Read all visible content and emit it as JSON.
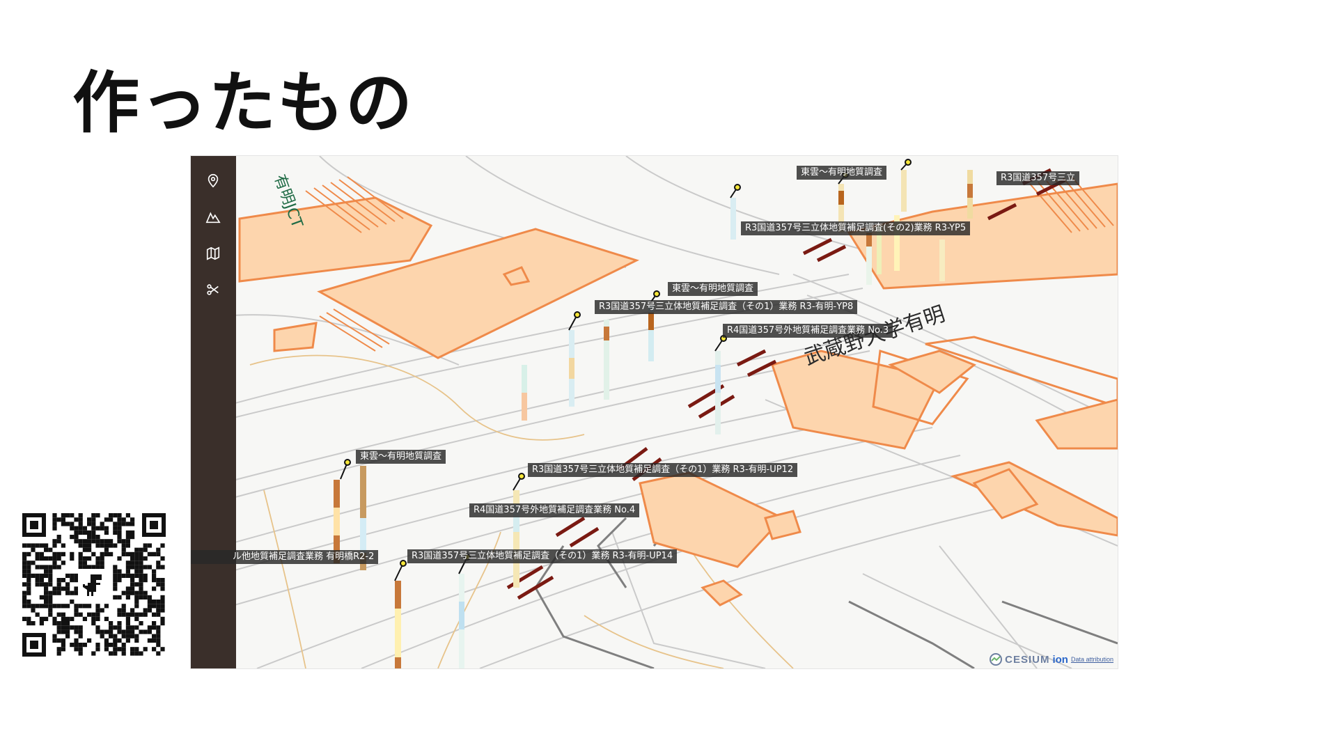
{
  "slide": {
    "title": "作ったもの"
  },
  "toolbar": {
    "items": [
      {
        "name": "location-pin-icon"
      },
      {
        "name": "terrain-icon"
      },
      {
        "name": "map-icon"
      },
      {
        "name": "scissors-icon"
      }
    ]
  },
  "map": {
    "place_labels": {
      "jct": "有明JCT",
      "university": "武蔵野大学有明"
    },
    "boreholes": [
      {
        "label": "東雲～有明地質調査"
      },
      {
        "label": "R3国道357号三立"
      },
      {
        "label": "R3国道357号三立体地質補足調査(その2)業務 R3-YP5"
      },
      {
        "label": "東雲～有明地質調査"
      },
      {
        "label": "R3国道357号三立体地質補足調査（その1）業務 R3-有明-YP8"
      },
      {
        "label": "R4国道357号外地質補足調査業務 No.3"
      },
      {
        "label": "東雲～有明地質調査"
      },
      {
        "label": "R3国道357号三立体地質補足調査（その1）業務 R3-有明-UP12"
      },
      {
        "label": "R4国道357号外地質補足調査業務 No.4"
      },
      {
        "label": "ル他地質補足調査業務 有明橋R2-2"
      },
      {
        "label": "R3国道357号三立体地質補足調査（その1）業務 R3-有明-UP14"
      }
    ],
    "attribution": {
      "cesium": "CESIUM",
      "ion": "ion",
      "data": "Data attribution"
    }
  },
  "qr_code": {
    "icon": "dinosaur-icon"
  },
  "colors": {
    "sidebar": "#3a2f2a",
    "building_fill": "#fdd5ad",
    "building_stroke": "#ef8a4a",
    "road_line": "#c4c4c4",
    "rail": "#7a1a12",
    "label_bg": "#2b2b2b",
    "title": "#111111"
  }
}
